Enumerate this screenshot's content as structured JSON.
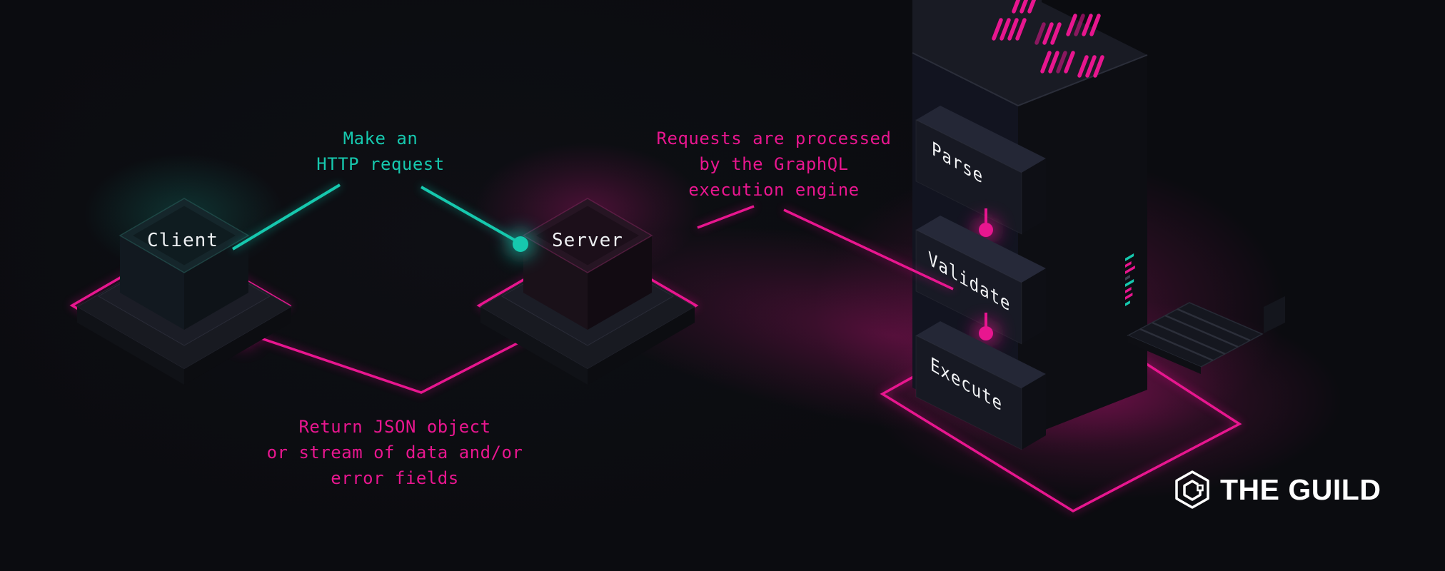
{
  "title": "GraphQL request flow diagram",
  "colors": {
    "background": "#0c0d11",
    "pink": "#e8168f",
    "teal": "#16c8ae",
    "text": "#f4f5f6"
  },
  "nodes": {
    "client_label": "Client",
    "server_label": "Server"
  },
  "annotations": {
    "request": {
      "lines": [
        "Make an",
        "HTTP request"
      ]
    },
    "process": {
      "lines": [
        "Requests are processed",
        "by the GraphQL",
        "execution engine"
      ]
    },
    "response": {
      "lines": [
        "Return JSON object",
        "or stream of data and/or",
        "error fields"
      ]
    }
  },
  "engine": {
    "steps": [
      "Parse",
      "Validate",
      "Execute"
    ]
  },
  "logo": {
    "name": "THE GUILD"
  }
}
